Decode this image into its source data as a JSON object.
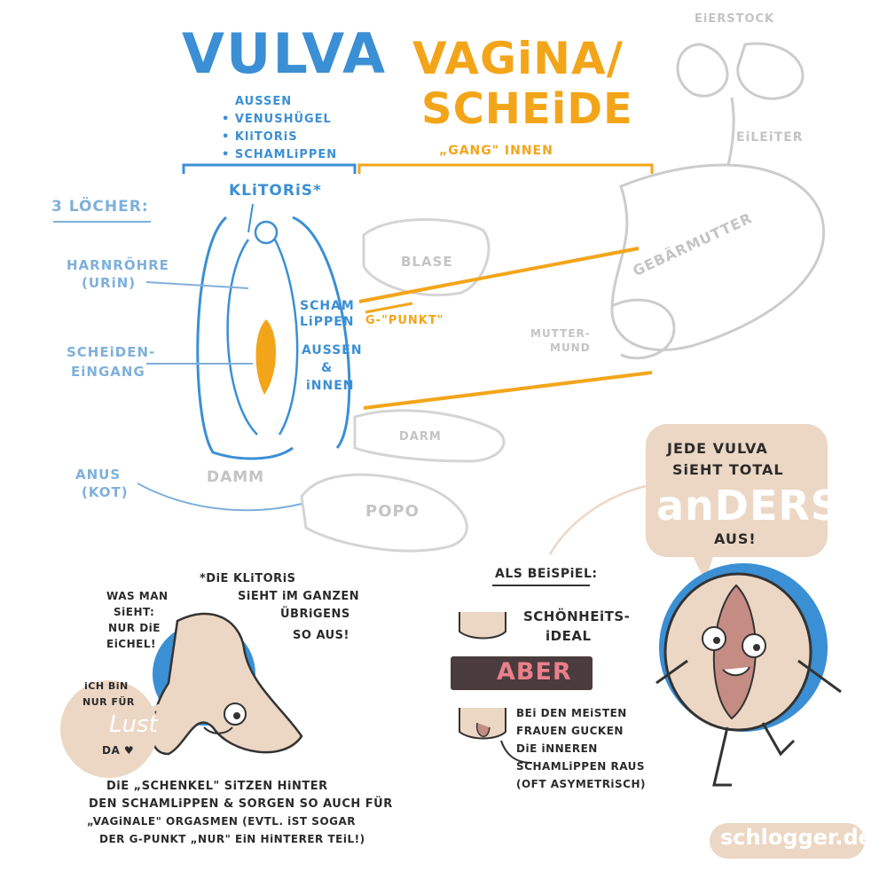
{
  "titles": {
    "vulva": "VULVA",
    "vagina": "VAGiNA/",
    "scheide": "SCHEiDE"
  },
  "vulva_desc": {
    "aussen": "AUSSEN",
    "items": [
      "• VENUSHÜGEL",
      "• KliTORiS",
      "• SCHAMLiPPEN"
    ]
  },
  "vagina_desc": "„GANG\" INNEN",
  "loecher": "3 LÖCHER:",
  "klitoris_label": "KLiTORiS*",
  "left_labels": {
    "harnroehre_1": "HARNRÖHRE",
    "harnroehre_2": "(URiN)",
    "scheideneingang_1": "SCHEiDEN-",
    "scheideneingang_2": "EiNGANG",
    "anus_1": "ANUS",
    "anus_2": "(KOT)"
  },
  "schamlippen": [
    "SCHAM",
    "LiPPEN",
    "AUSSEN",
    "&",
    "iNNEN"
  ],
  "gpunkt": "G-\"PUNKT\"",
  "organs": {
    "blase": "BLASE",
    "darm": "DARM",
    "damm": "DAMM",
    "popo": "POPO",
    "eierstock": "EiERSTOCK",
    "eileiter": "EiLEiTER",
    "gebaermutter": "GEBÄRMUTTER",
    "muttermund_1": "MUTTER-",
    "muttermund_2": "MUND"
  },
  "klitoris_note": [
    "*DiE KLiTORiS",
    "SiEHT iM GANZEN",
    "ÜBRiGENS",
    "SO AUS!"
  ],
  "was_man_sieht": [
    "WAS MAN",
    "SiEHT:",
    "NUR DiE",
    "EiCHEL!"
  ],
  "ich_bin": [
    "iCH BiN",
    "NUR FÜR"
  ],
  "lust": "Lust",
  "da": "DA ♥",
  "schenkel_note": [
    "DiE „SCHENKEL\" SiTZEN HiNTER",
    "DEN SCHAMLiPPEN & SORGEN SO AUCH FÜR",
    "„VAGiNALE\" ORGASMEN (EVTL. iST SOGAR",
    "DER G-PUNKT „NUR\" EiN HiNTERER TEiL!)"
  ],
  "bubble": [
    "JEDE VULVA",
    "SiEHT TOTAL",
    "AUS!"
  ],
  "anders": "anDERS",
  "als_beispiel": "ALS BEiSPiEL:",
  "schoenheit": [
    "SCHÖNHEiTS-",
    "iDEAL"
  ],
  "aber": "ABER",
  "meisten": [
    "BEi DEN MEiSTEN",
    "FRAUEN GUCKEN",
    "DiE iNNEREN",
    "SCHAMLiPPEN RAUS",
    "(OFT ASYMETRiSCH)"
  ],
  "footer": "schlogger.de",
  "colors": {
    "blue": "#3b8fd4",
    "light_blue": "#7fb0da",
    "orange": "#f3a51a",
    "grey": "#c9c9c9",
    "skin": "#ecd7c4",
    "dark": "#4a3b3d",
    "pink": "#e87f8a"
  }
}
